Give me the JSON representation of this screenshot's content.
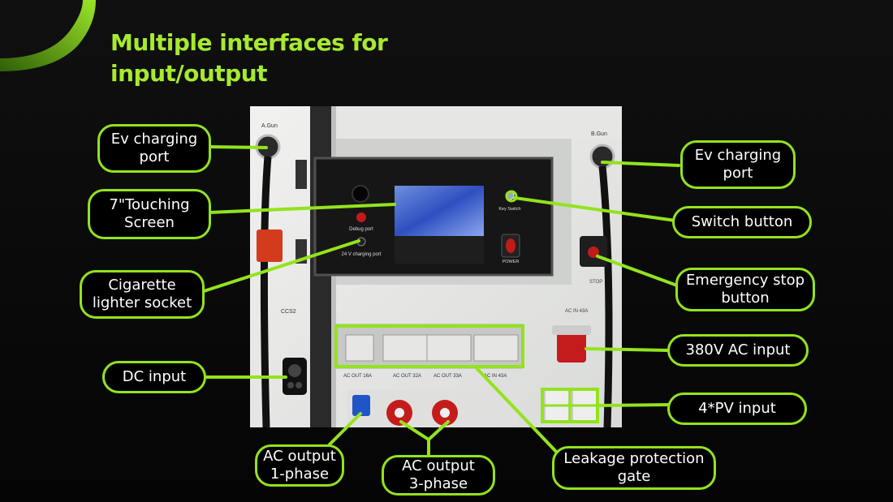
{
  "slide": {
    "title": "Multiple interfaces for input/output",
    "accent_color": "#93e31c",
    "title_color": "#a6ea2e"
  },
  "panel_text": {
    "a_gun": "A.Gun",
    "b_gun": "B.Gun",
    "debug_port": "Debug port",
    "charging_port_24v": "24 V charging port",
    "key_switch": "Key Switch",
    "power": "POWER",
    "stop": "STOP",
    "ccs2": "CCS2",
    "ac_in_43a_top": "AC IN 43A",
    "breakers": [
      "AC OUT 16A",
      "AC OUT 32A",
      "AC OUT 33A",
      "AC IN 43A"
    ]
  },
  "labels": {
    "ev_charging_port_left": "Ev charging port",
    "touch_screen": "7\"Touching Screen",
    "cigarette_lighter": "Cigarette lighter socket",
    "dc_input": "DC input",
    "ac_output_1phase": "AC output 1-phase",
    "ac_output_3phase": "AC output 3-phase",
    "leakage_protection": "Leakage protection gate",
    "ev_charging_port_right": "Ev charging port",
    "switch_button": "Switch button",
    "emergency_stop": "Emergency stop button",
    "ac_input_380v": "380V AC input",
    "pv_input": "4*PV input"
  }
}
